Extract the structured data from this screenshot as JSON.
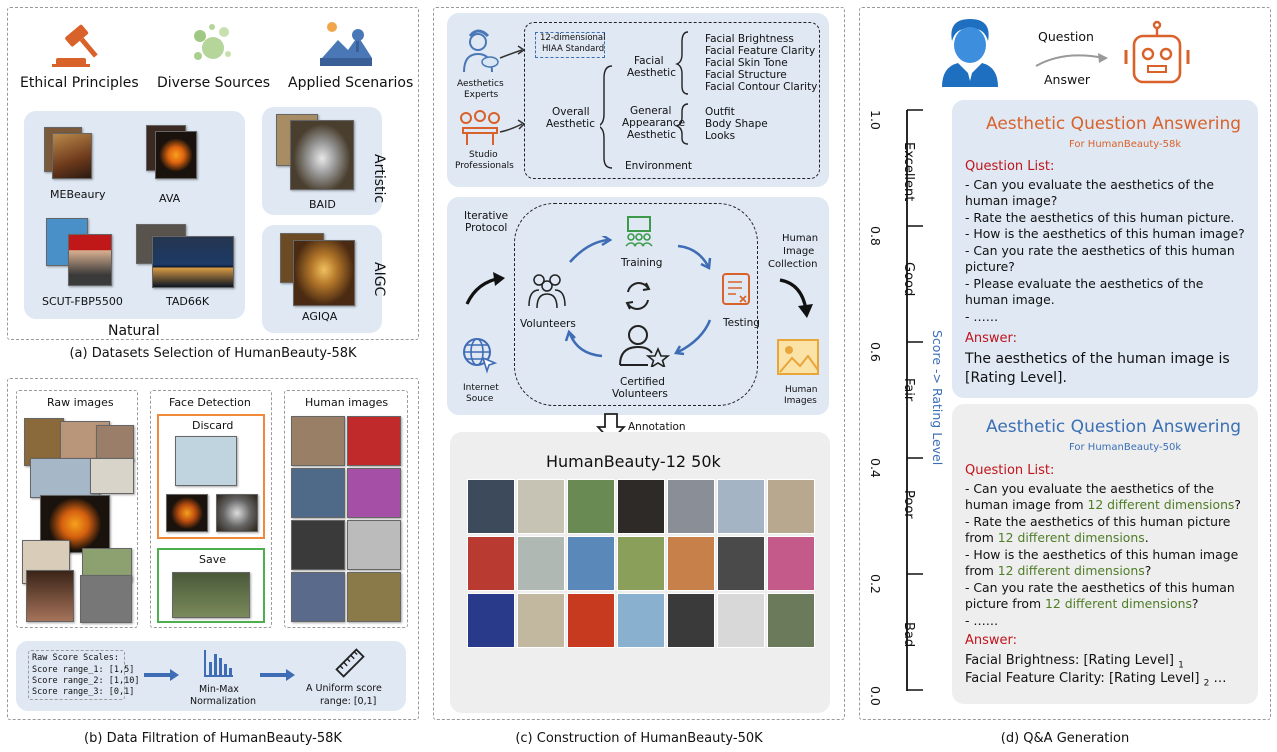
{
  "panel_a": {
    "icons": [
      "Ethical Principles",
      "Diverse Sources",
      "Applied Scenarios"
    ],
    "datasets": {
      "meb": "MEBeaury",
      "ava": "AVA",
      "scut": "SCUT-FBP5500",
      "tad": "TAD66K",
      "baid": "BAID",
      "agiqa": "AGIQA"
    },
    "group_natural": "Natural",
    "group_artistic": "Artistic",
    "group_aigc": "AIGC",
    "caption": "(a) Datasets Selection of HumanBeauty-58K"
  },
  "panel_b": {
    "raw_title": "Raw images",
    "face_title": "Face Detection",
    "human_title": "Human images",
    "discard": "Discard",
    "save": "Save",
    "scales_title": "Raw Score Scales:",
    "scale1": "Score range_1: [1,5]",
    "scale2": "Score range_2: [1,10]",
    "scale3": "Score range_3: [0,1]",
    "norm1": "Min-Max",
    "norm2": "Normalization",
    "uni1": "A Uniform score",
    "uni2": "range: [0,1]",
    "caption": "(b) Data Filtration of HumanBeauty-58K"
  },
  "panel_c": {
    "experts1": "Aesthetics",
    "experts2": "Experts",
    "studio1": "Studio",
    "studio2": "Professionals",
    "hiaa1": "12-dimensional",
    "hiaa2": "HIAA Standard",
    "overall1": "Overall",
    "overall2": "Aesthetic",
    "facial1": "Facial",
    "facial2": "Aesthetic",
    "general1": "General",
    "general2": "Appearance",
    "general3": "Aesthetic",
    "environment": "Environment",
    "facial_items": [
      "Facial Brightness",
      "Facial Feature Clarity",
      "Facial Skin Tone",
      "Facial Structure",
      "Facial Contour Clarity"
    ],
    "general_items": [
      "Outfit",
      "Body Shape",
      "Looks"
    ],
    "iter1": "Iterative",
    "iter2": "Protocol",
    "training": "Training",
    "testing": "Testing",
    "volunteers": "Volunteers",
    "cert1": "Certified",
    "cert2": "Volunteers",
    "internet1": "Internet",
    "internet2": "Souce",
    "collect1": "Human",
    "collect2": "Image",
    "collect3": "Collection",
    "himg1": "Human",
    "himg2": "Images",
    "annotation": "Annotation",
    "dataset_title": "HumanBeauty-12 50k",
    "caption": "(c) Construction of HumanBeauty-50K"
  },
  "panel_d": {
    "question": "Question",
    "answer": "Answer",
    "axis_label": "Score -> Rating Level",
    "ticks": [
      "1.0",
      "0.8",
      "0.6",
      "0.4",
      "0.2",
      "0.0"
    ],
    "levels": [
      "Excellent",
      "Good",
      "Fair",
      "Poor",
      "Bad"
    ],
    "box1": {
      "title": "Aesthetic Question Answering",
      "sub": "For HumanBeauty-58k",
      "qlist": "Question List:",
      "lines": [
        "- Can you evaluate the aesthetics of the",
        "human image?",
        "- Rate the aesthetics of this human picture.",
        "- How is the aesthetics of this human image?",
        "- Can you rate the aesthetics of this human",
        "picture?",
        "- Please evaluate the aesthetics of the",
        "human image.",
        "- ……"
      ],
      "answer_label": "Answer:",
      "answer1": "The aesthetics of the human image is",
      "answer2": "[Rating Level]."
    },
    "box2": {
      "title": "Aesthetic Question Answering",
      "sub": "For HumanBeauty-50k",
      "qlist": "Question List:",
      "l1": "- Can you evaluate the aesthetics of the",
      "l2a": "human image from ",
      "dims": "12 different dimensions",
      "q": "?",
      "l3": "- Rate the aesthetics of this human picture",
      "l4a": "from ",
      "dot": ".",
      "l5": "- How is the aesthetics of this human image",
      "l7": "- Can you rate the aesthetics of this human",
      "l8a": "picture from ",
      "l9": "- ……",
      "answer_label": "Answer:",
      "a1": "Facial Brightness: [Rating Level]",
      "a1s": "1",
      "a2": "Facial Feature Clarity: [Rating Level]",
      "a2s": "2",
      "a2e": " …"
    },
    "caption": "(d) Q&A Generation"
  },
  "colors": {
    "orange": "#d9622b",
    "blue_title": "#3b6fb6",
    "red": "#c0141c",
    "green": "#4f7d28",
    "panel_blue": "#dfe8f3"
  }
}
